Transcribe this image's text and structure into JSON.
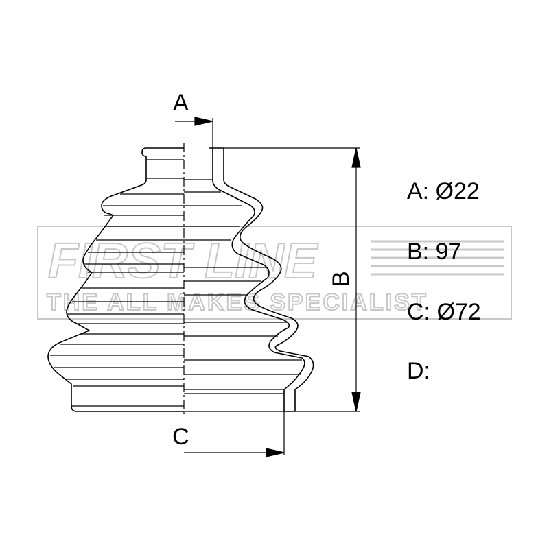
{
  "watermark": {
    "brand": "FIRST LINE",
    "tagline": "THE ALL MAKES SPECIALIST"
  },
  "dimensions": {
    "a": {
      "marker": "A",
      "label": "A:",
      "value": "Ø22"
    },
    "b": {
      "marker": "B",
      "label": "B:",
      "value": "97"
    },
    "c": {
      "marker": "C",
      "label": "C:",
      "value": "Ø72"
    },
    "d": {
      "label": "D:",
      "value": ""
    }
  },
  "colors": {
    "line": "#000000",
    "watermark": "#c8c8c8"
  }
}
